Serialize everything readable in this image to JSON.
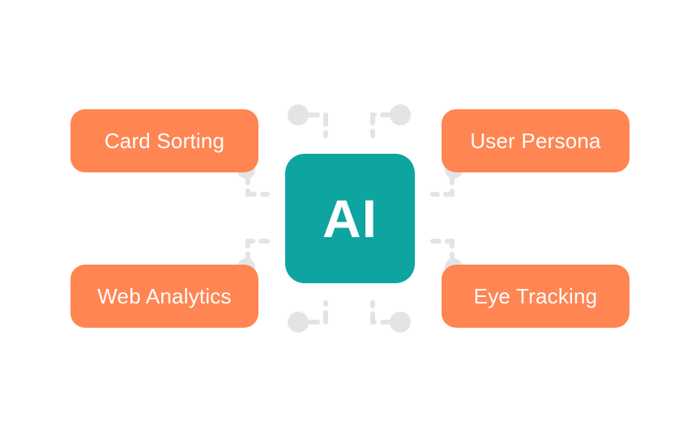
{
  "center": {
    "label": "AI"
  },
  "nodes": [
    {
      "label": "Card Sorting"
    },
    {
      "label": "User Persona"
    },
    {
      "label": "Web Analytics"
    },
    {
      "label": "Eye Tracking"
    }
  ],
  "colors": {
    "node_fill": "#FF8552",
    "center_fill": "#0EA5A1",
    "connector": "#E4E4E7",
    "text": "#FFFFFF"
  }
}
